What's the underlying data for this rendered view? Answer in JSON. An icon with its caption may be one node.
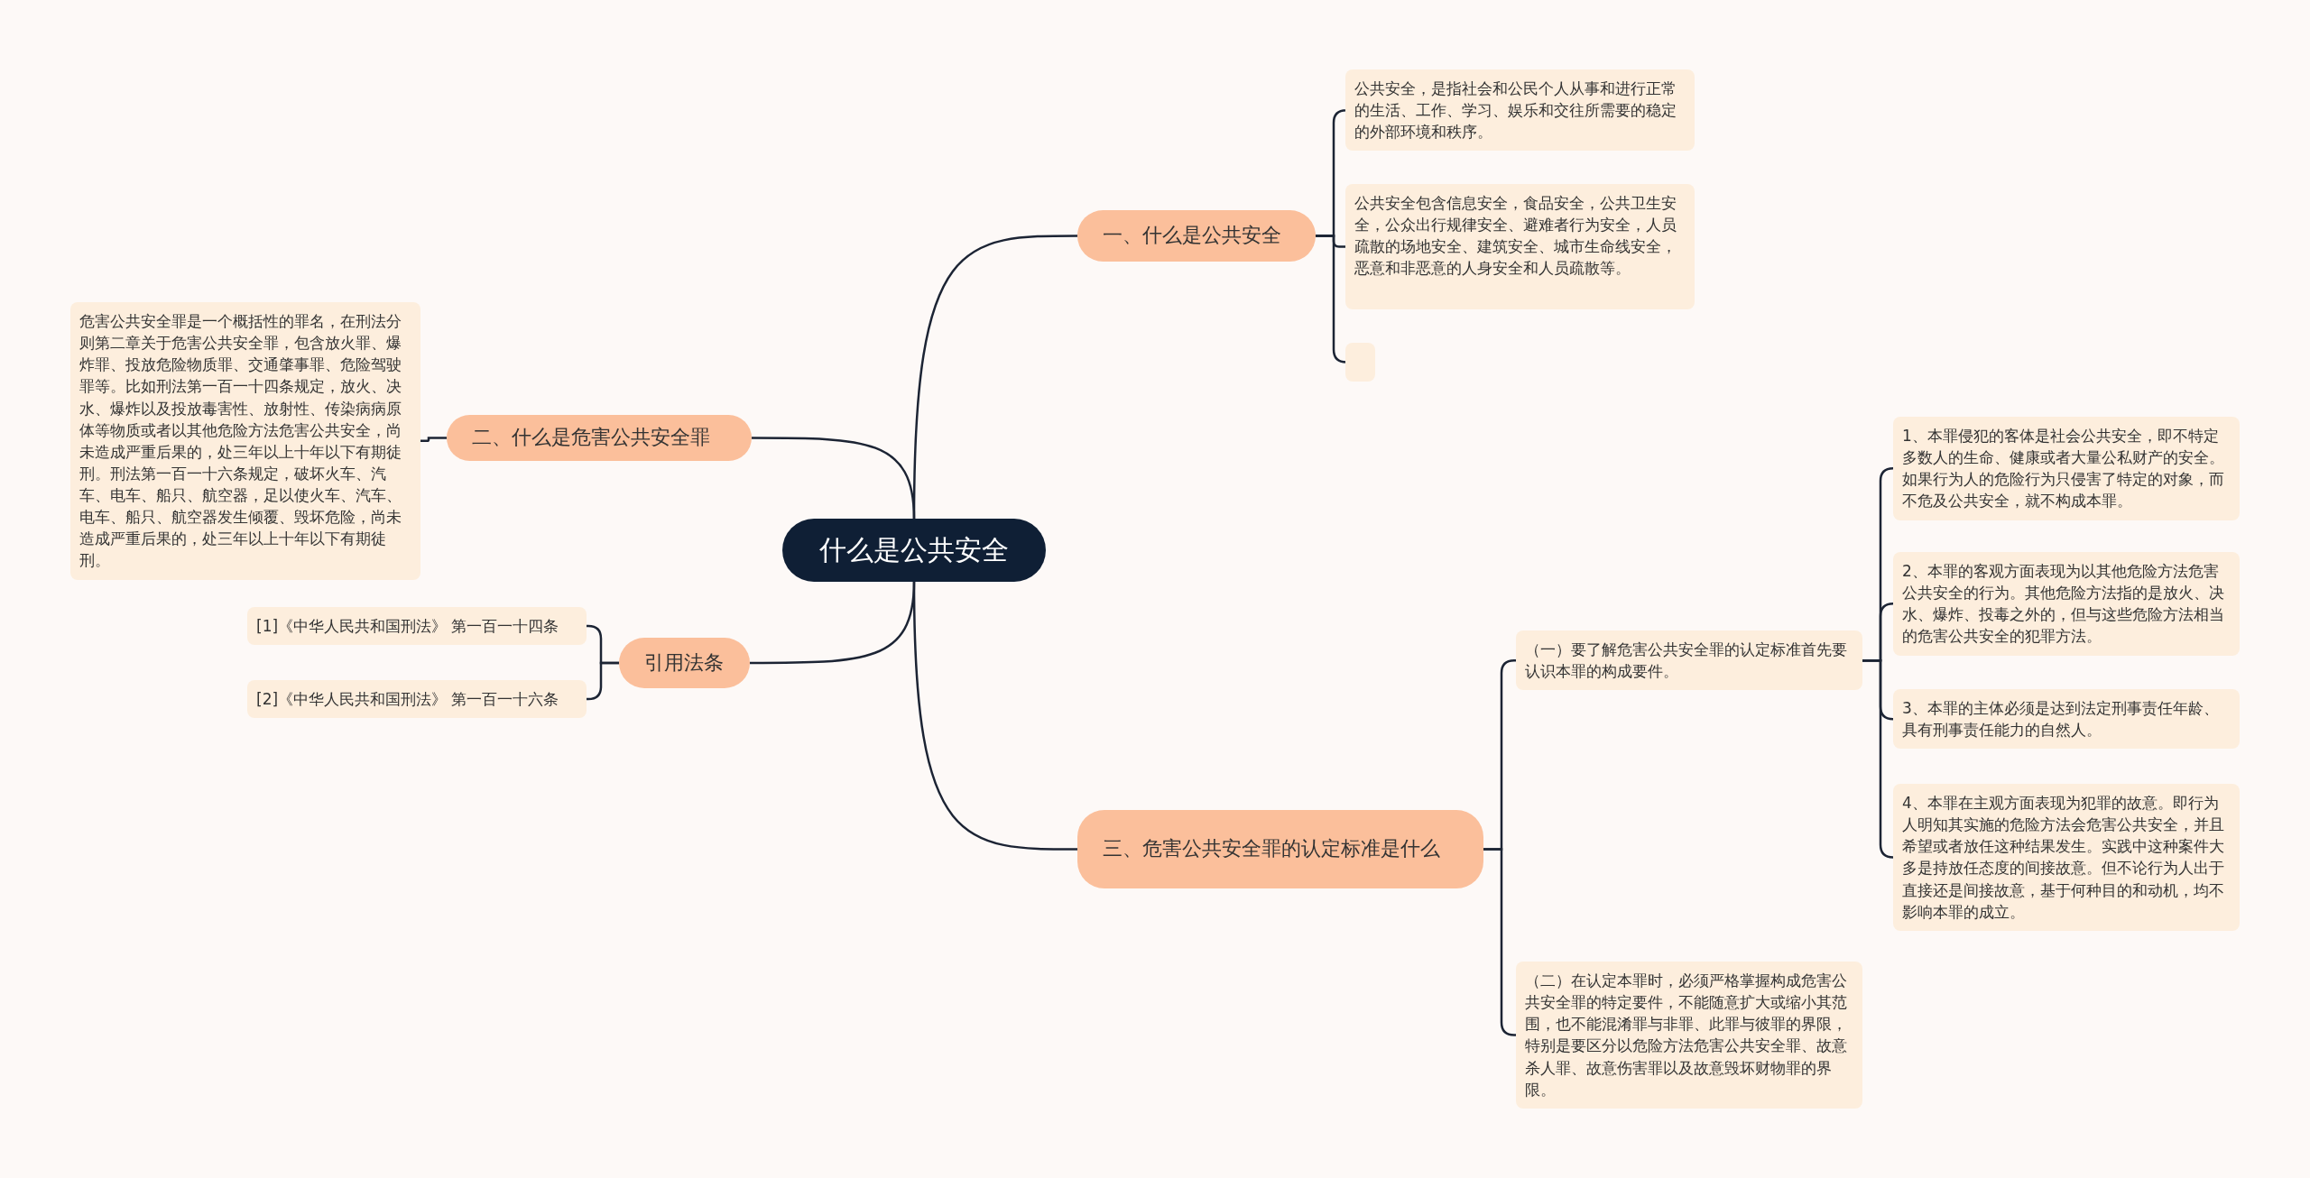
{
  "diagram": {
    "nodes": [
      {
        "text": [
          "什么是公共安全"
        ]
      },
      {
        "text": [
          "一、什么是公共安全"
        ]
      },
      {
        "text": [
          "公共安全，是指社会和公民个人从事和进行正常的生活、工作、学习、娱乐和交往所需要的稳定的外部环境和秩序。"
        ]
      },
      {
        "text": [
          "公共安全包含信息安全，食品安全，公共卫生安全，公众出行规律安全、避难者行为安全，人员疏散的场地安全、建筑安全、城市生命线安全，恶意和非恶意的人身安全和人员疏散等。"
        ]
      },
      {
        "text": [],
        "shape": "box"
      },
      {
        "text": [
          "二、什么是危害公共安全罪"
        ]
      },
      {
        "text": [
          "危害公共安全罪是一个概括性的罪名，在刑法分则第二章关于危害公共安全罪，包含放火罪、爆炸罪、投放危险物质罪、交通肇事罪、危险驾驶罪等。比如刑法第一百一十四条规定，放火、决水、爆炸以及投放毒害性、放射性、传染病病原体等物质或者以其他危险方法危害公共安全，尚未造成严重后果的，处三年以上十年以下有期徒刑。刑法第一百一十六条规定，破坏火车、汽车、电车、船只、航空器，足以使火车、汽车、电车、船只、航空器发生倾覆、毁坏危险，尚未造成严重后果的，处三年以上十年以下有期徒刑。"
        ]
      },
      {
        "text": [
          "引用法条"
        ]
      },
      {
        "text": [
          "[1]《中华人民共和国刑法》 第一百一十四条"
        ]
      },
      {
        "text": [
          "[2]《中华人民共和国刑法》 第一百一十六条"
        ]
      },
      {
        "text": [
          "三、危害公共安全罪的认定标准是什么"
        ]
      },
      {
        "text": [
          "（一）要了解危害公共安全罪的认定标准首先要认识本罪的构成要件。"
        ]
      },
      {
        "text": [
          "1、本罪侵犯的客体是社会公共安全，即不特定多数人的生命、健康或者大量公私财产的安全。如果行为人的危险行为只侵害了特定的对象，而不危及公共安全，就不构成本罪。"
        ]
      },
      {
        "text": [
          "2、本罪的客观方面表现为以其他危险方法危害公共安全的行为。其他危险方法指的是放火、决水、爆炸、投毒之外的，但与这些危险方法相当的危害公共安全的犯罪方法。"
        ]
      },
      {
        "text": [
          "3、本罪的主体必须是达到法定刑事责任年龄、具有刑事责任能力的自然人。"
        ]
      },
      {
        "text": [
          "4、本罪在主观方面表现为犯罪的故意。即行为人明知其实施的危险方法会危害公共安全，并且希望或者放任这种结果发生。实践中这种案件大多是持放任态度的间接故意。但不论行为人出于直接还是间接故意，基于何种目的和动机，均不影响本罪的成立。"
        ]
      },
      {
        "text": [
          "（二）在认定本罪时，必须严格掌握构成危害公共安全罪的特定要件，不能随意扩大或缩小其范围，也不能混淆罪与非罪、此罪与彼罪的界限，特别是要区分以危险方法危害公共安全罪、故意杀人罪、故意伤害罪以及故意毁坏财物罪的界限。"
        ]
      }
    ],
    "edges": [
      {
        "from": 0,
        "to": 1,
        "arrow": "none"
      },
      {
        "from": 1,
        "to": 2,
        "arrow": "none"
      },
      {
        "from": 1,
        "to": 3,
        "arrow": "none"
      },
      {
        "from": 1,
        "to": 4,
        "arrow": "none"
      },
      {
        "from": 0,
        "to": 5,
        "arrow": "none"
      },
      {
        "from": 5,
        "to": 6,
        "arrow": "none"
      },
      {
        "from": 0,
        "to": 7,
        "arrow": "none"
      },
      {
        "from": 7,
        "to": 8,
        "arrow": "none"
      },
      {
        "from": 7,
        "to": 9,
        "arrow": "none"
      },
      {
        "from": 0,
        "to": 10,
        "arrow": "none"
      },
      {
        "from": 10,
        "to": 11,
        "arrow": "none"
      },
      {
        "from": 11,
        "to": 12,
        "arrow": "none"
      },
      {
        "from": 11,
        "to": 13,
        "arrow": "none"
      },
      {
        "from": 11,
        "to": 14,
        "arrow": "none"
      },
      {
        "from": 11,
        "to": 15,
        "arrow": "none"
      },
      {
        "from": 10,
        "to": 16,
        "arrow": "none"
      }
    ]
  }
}
